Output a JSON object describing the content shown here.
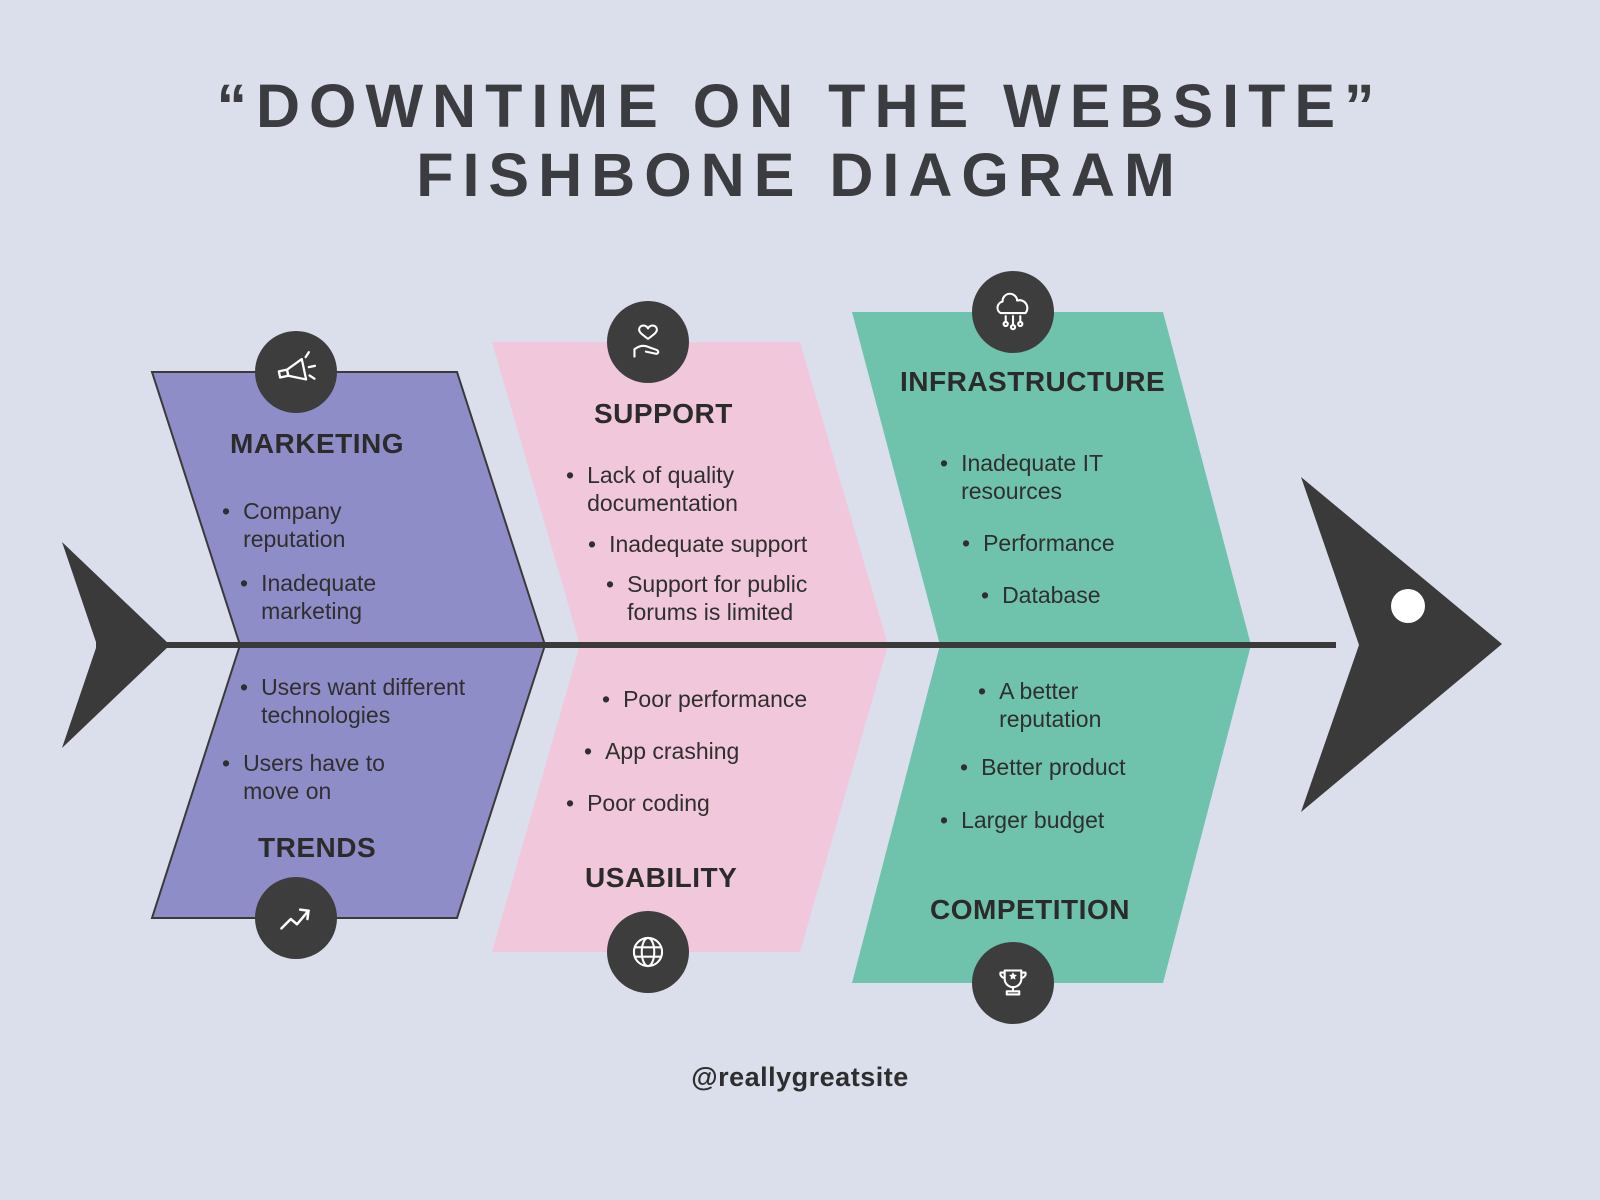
{
  "title": {
    "line1": "“DOWNTIME ON THE WEBSITE”",
    "line2": "FISHBONE DIAGRAM"
  },
  "footer": {
    "handle": "@reallygreatsite"
  },
  "colors": {
    "background": "#dadfeb",
    "spine": "#3a3a3a",
    "fish": "#3a3a3a",
    "icon_circle": "#3d3d3d",
    "band_marketing": "#8e8dc8",
    "band_support": "#f1c7db",
    "band_infrastructure": "#6fc2ac",
    "text_dark": "#2f2f2f"
  },
  "bands": [
    {
      "id": "marketing-trends",
      "top": {
        "label": "MARKETING",
        "icon": "megaphone-icon",
        "items": [
          "Company reputation",
          "Inadequate marketing"
        ]
      },
      "bottom": {
        "label": "TRENDS",
        "icon": "trend-chart-icon",
        "items": [
          "Users want different technologies",
          "Users have to move on"
        ]
      }
    },
    {
      "id": "support-usability",
      "top": {
        "label": "SUPPORT",
        "icon": "hand-heart-icon",
        "items": [
          "Lack of quality documentation",
          "Inadequate support",
          "Support for public forums is limited"
        ]
      },
      "bottom": {
        "label": "USABILITY",
        "icon": "globe-icon",
        "items": [
          "Poor performance",
          "App crashing",
          "Poor coding"
        ]
      }
    },
    {
      "id": "infrastructure-competition",
      "top": {
        "label": "INFRASTRUCTURE",
        "icon": "cloud-network-icon",
        "items": [
          "Inadequate IT resources",
          "Performance",
          "Database"
        ]
      },
      "bottom": {
        "label": "COMPETITION",
        "icon": "trophy-icon",
        "items": [
          "A better reputation",
          "Better product",
          "Larger budget"
        ]
      }
    }
  ]
}
